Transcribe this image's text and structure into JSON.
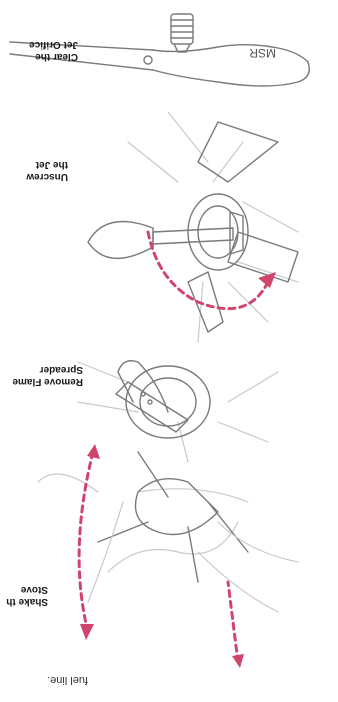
{
  "steps": [
    {
      "id": "clear",
      "caption": "Clear the\nJet Orifice"
    },
    {
      "id": "unscrew",
      "caption": "Unscrew\nthe Jet"
    },
    {
      "id": "remove",
      "caption": "Remove Flame\nSpreader"
    },
    {
      "id": "shake",
      "caption": "Shake th\nStove"
    }
  ],
  "tool": {
    "brand": "MSR"
  },
  "page_fragment": "fuel line.",
  "colors": {
    "arrow": "#d1446b",
    "line": "#7a7a7a"
  },
  "orientation": "upside-down"
}
